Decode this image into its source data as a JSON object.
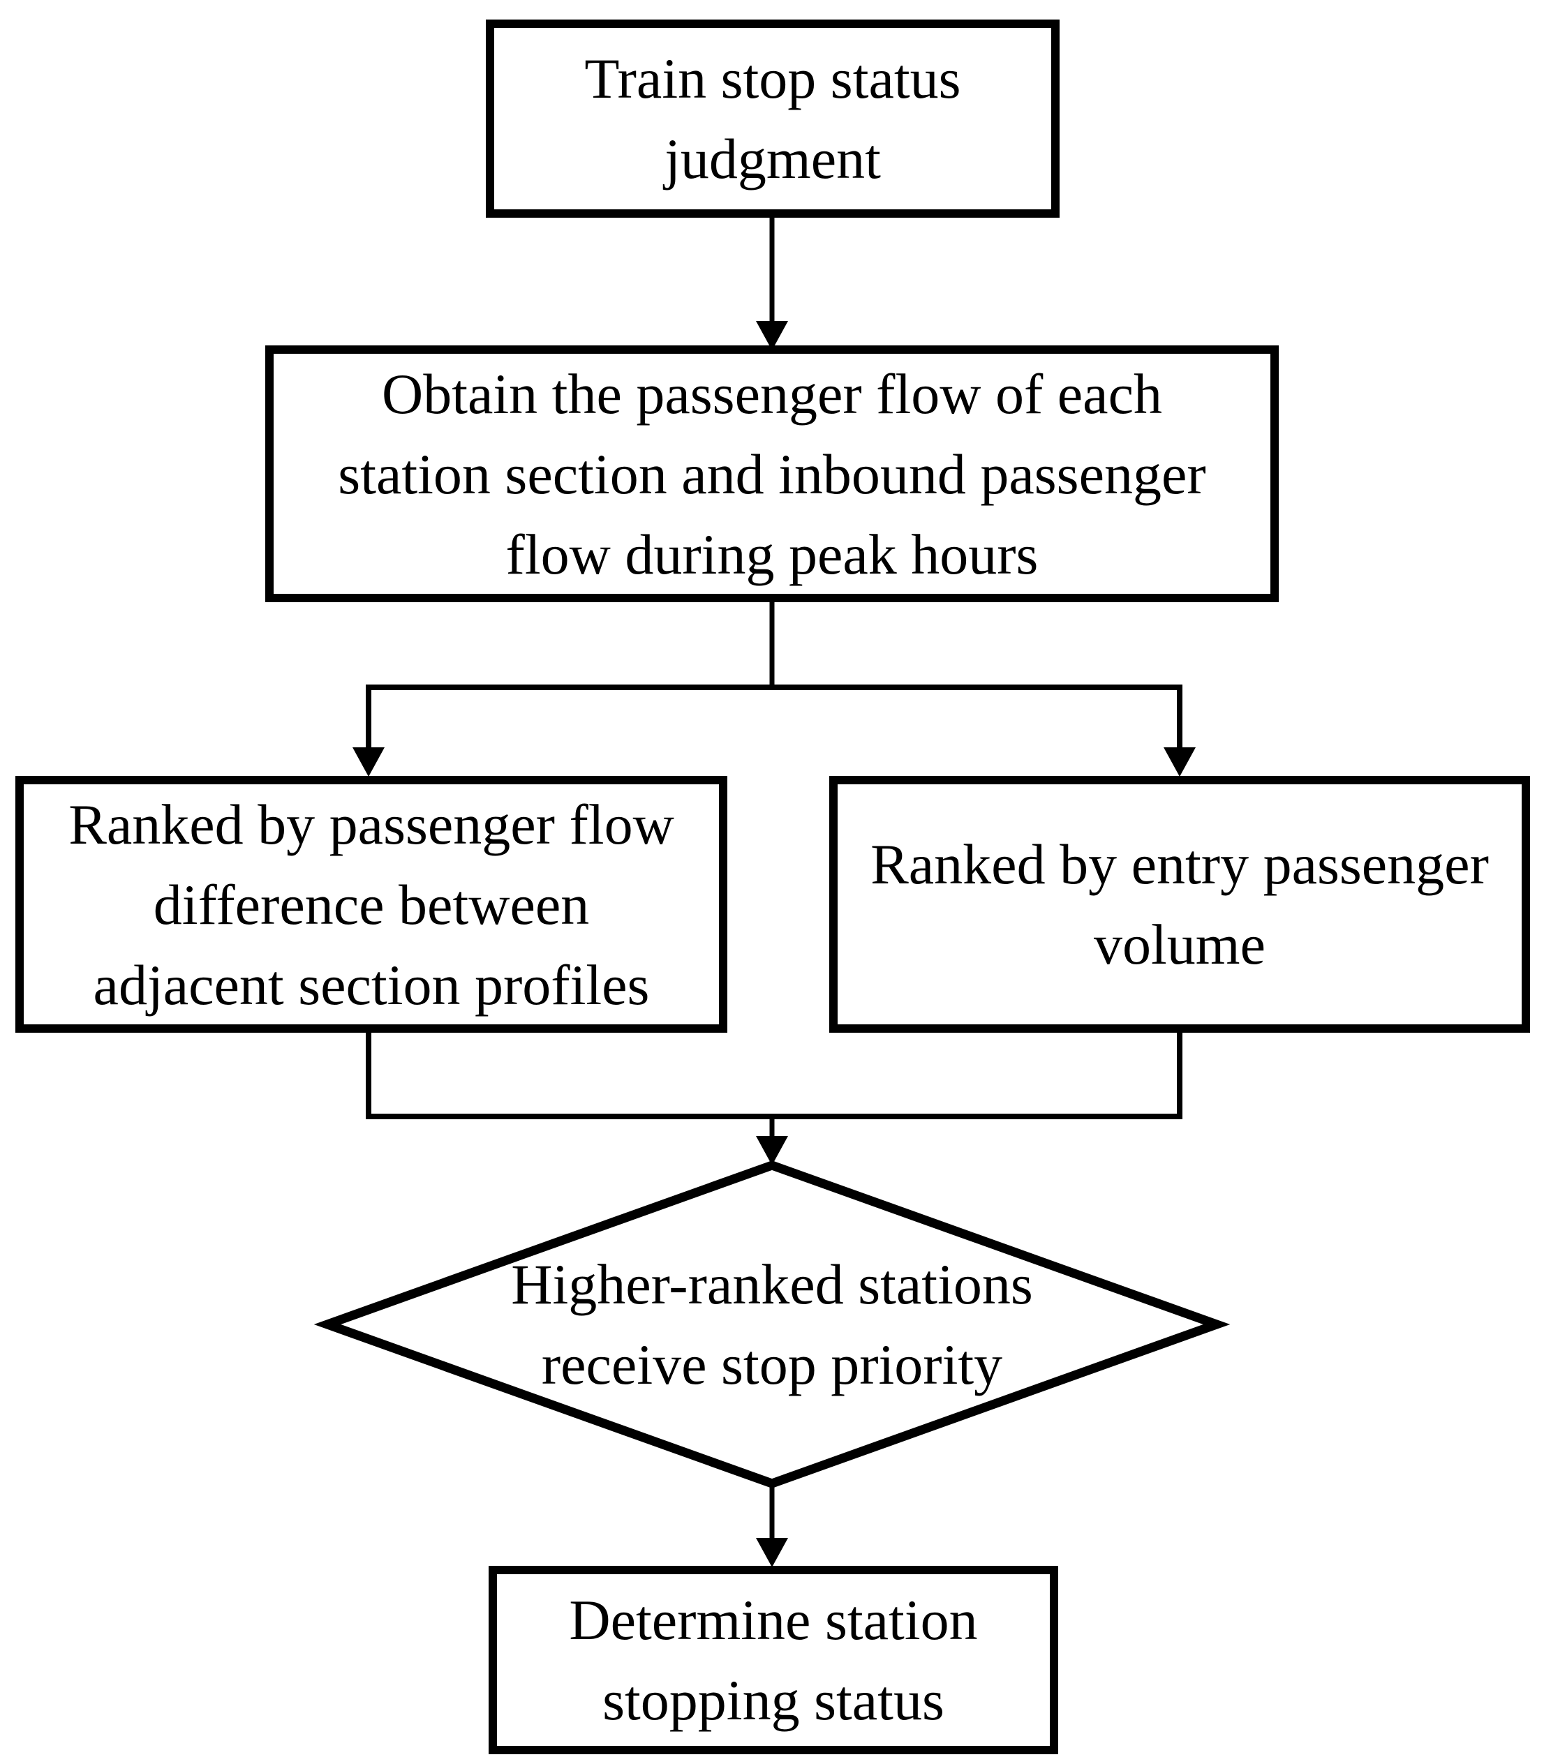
{
  "diagram": {
    "type": "flowchart",
    "colors": {
      "stroke": "#000000",
      "fill": "#ffffff",
      "text": "#000000"
    },
    "nodes": {
      "start": {
        "shape": "rectangle",
        "lines": [
          "Train stop status",
          "judgment"
        ]
      },
      "obtain": {
        "shape": "rectangle",
        "lines": [
          "Obtain the passenger flow of each",
          "station section and inbound passenger",
          "flow during peak hours"
        ]
      },
      "rank_section": {
        "shape": "rectangle",
        "lines": [
          "Ranked by passenger flow",
          "difference between",
          "adjacent section profiles"
        ]
      },
      "rank_entry": {
        "shape": "rectangle",
        "lines": [
          "Ranked by entry passenger",
          "volume"
        ]
      },
      "decision": {
        "shape": "diamond",
        "lines": [
          "Higher-ranked stations",
          "receive stop priority"
        ]
      },
      "determine": {
        "shape": "rectangle",
        "lines": [
          "Determine station",
          "stopping status"
        ]
      }
    },
    "edges": [
      {
        "from": "start",
        "to": "obtain"
      },
      {
        "from": "obtain",
        "to": "rank_section"
      },
      {
        "from": "obtain",
        "to": "rank_entry"
      },
      {
        "from": "rank_section",
        "to": "decision"
      },
      {
        "from": "rank_entry",
        "to": "decision"
      },
      {
        "from": "decision",
        "to": "determine"
      }
    ]
  }
}
